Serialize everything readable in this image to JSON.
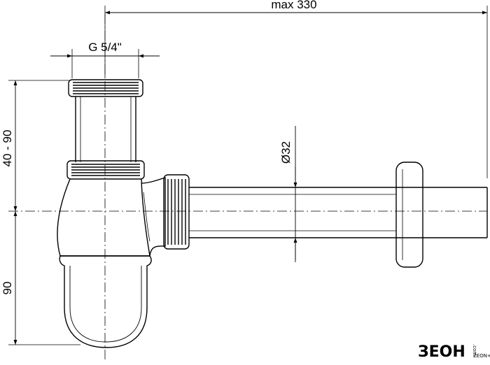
{
  "dimensions": {
    "max_length": "max 330",
    "thread": "G 5/4\"",
    "height_adjust": "40 - 90",
    "pipe_diameter": "Ø32",
    "trap_depth": "90"
  },
  "watermark": {
    "brand": "ЗЕОН",
    "sub_top": ".com",
    "sub_bottom": "ZEON+"
  },
  "colors": {
    "line": "#000000",
    "background": "#ffffff"
  }
}
